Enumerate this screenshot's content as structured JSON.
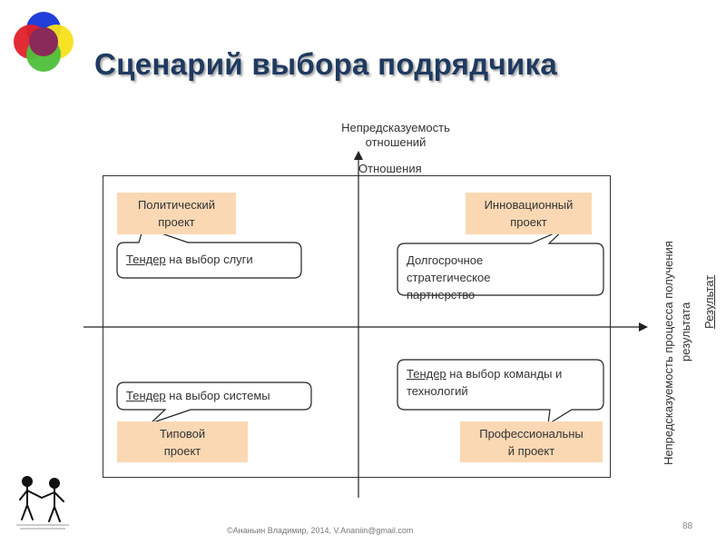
{
  "title": "Сценарий выбора подрядчика",
  "axes": {
    "top_label_line1": "Непредсказуемость",
    "top_label_line2": "отношений",
    "top_sub_label": "Отношения",
    "right_label_line1": "Непредсказуемость  процесса получения",
    "right_label_line2": "результата",
    "right_sub_label": "Результат"
  },
  "quadrants": {
    "top_left": {
      "box_line1": "Политический",
      "box_line2": "проект",
      "callout_underlined": "Тендер",
      "callout_rest": " на выбор слуги"
    },
    "top_right": {
      "box_line1": "Инновационный",
      "box_line2": "проект",
      "callout_line1": "Долгосрочное",
      "callout_line2": "стратегическое",
      "callout_line3": "партнерство"
    },
    "bottom_left": {
      "box_line1": "Типовой",
      "box_line2": "проект",
      "callout_underlined": "Тендер",
      "callout_rest": " на выбор системы"
    },
    "bottom_right": {
      "box_line1": "Профессиональны",
      "box_line2": "й проект",
      "callout_underlined": "Тендер",
      "callout_rest1": " на выбор команды и",
      "callout_line2": "технологий"
    }
  },
  "footer": "©Ананьин Владимир, 2014, V.Ananiin@gmail.com",
  "page_number": "88",
  "colors": {
    "title": "#1f3a60",
    "project_box": "#fbd8b4",
    "logo_blue": "#1f3fd8",
    "logo_red": "#e0202a",
    "logo_yellow": "#f5e21a",
    "logo_green": "#4fbf3a",
    "logo_center": "#8a2a5a"
  }
}
